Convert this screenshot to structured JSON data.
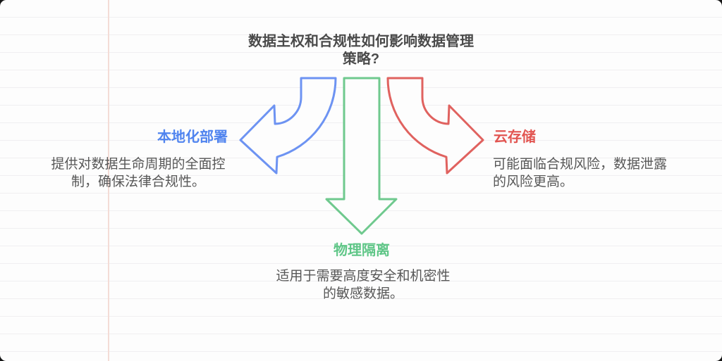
{
  "page": {
    "background_color": "#fdfdfd",
    "outside_color": "#141414",
    "ruled_line_color": "#f0eff1",
    "margin_line_color": "#f4dcd6"
  },
  "title": {
    "text": "数据主权和合规性如何影响数据管理\n策略?",
    "color": "#4a4a4a"
  },
  "branches": [
    {
      "id": "local-deployment",
      "direction": "left",
      "label": "本地化部署",
      "description": "提供对数据生命周期的全面控\n制，确保法律合规性。",
      "label_color": "#5084ef",
      "arrow_color": "#6d93f2"
    },
    {
      "id": "cloud-storage",
      "direction": "right",
      "label": "云存储",
      "description": "可能面临合规风险，数据泄露\n的风险更高。",
      "label_color": "#e25551",
      "arrow_color": "#e0625f"
    },
    {
      "id": "physical-isolation",
      "direction": "down",
      "label": "物理隔离",
      "description": "适用于需要高度安全和机密性\n的敏感数据。",
      "label_color": "#5fc687",
      "arrow_color": "#6fc98e"
    }
  ]
}
